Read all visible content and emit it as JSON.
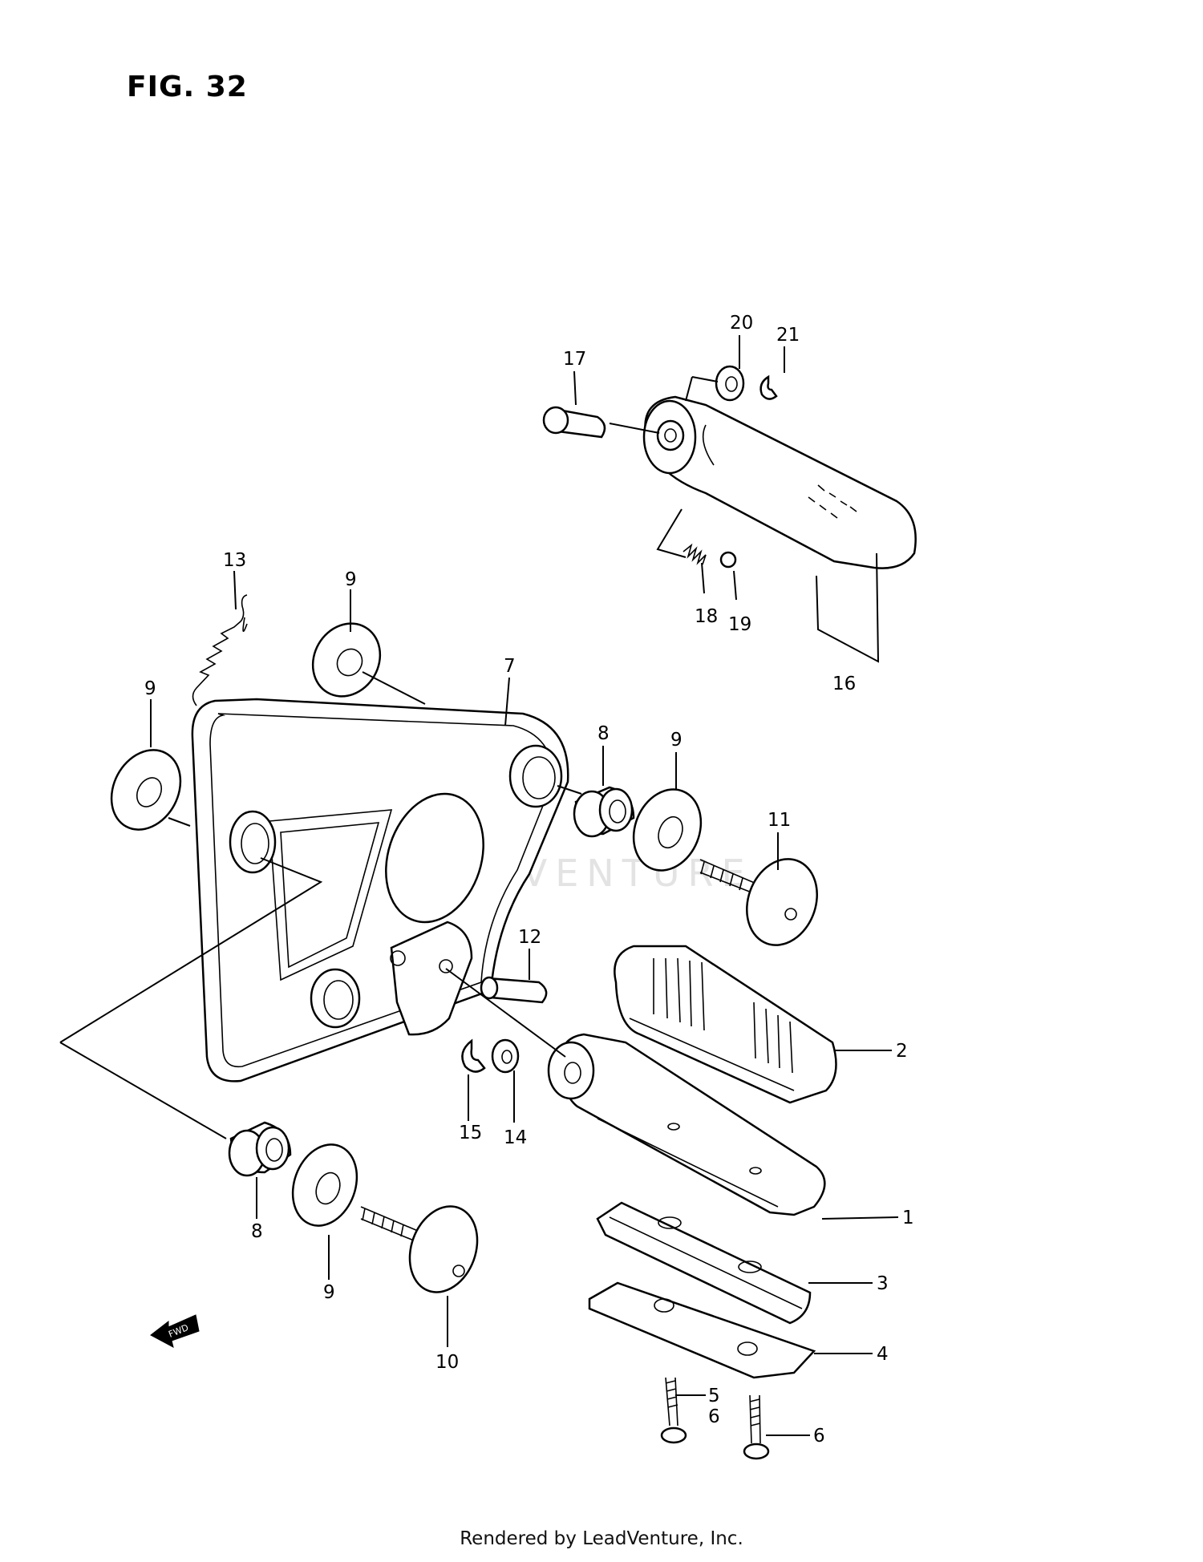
{
  "figure_title": "FIG. 32",
  "watermark_text": "LEADVENTURE",
  "footer_text": "Rendered by LeadVenture, Inc.",
  "fwd_arrow_label": "FWD",
  "callouts": {
    "c1": "1",
    "c2": "2",
    "c3": "3",
    "c4": "4",
    "c5": "5",
    "c6a": "6",
    "c6b": "6",
    "c7": "7",
    "c8a": "8",
    "c8b": "8",
    "c9a": "9",
    "c9b": "9",
    "c9c": "9",
    "c9d": "9",
    "c10": "10",
    "c11": "11",
    "c12": "12",
    "c13": "13",
    "c14": "14",
    "c15": "15",
    "c16": "16",
    "c17": "17",
    "c18": "18",
    "c19": "19",
    "c20": "20",
    "c21": "21"
  },
  "colors": {
    "ink": "#000000",
    "paper": "#ffffff",
    "watermark": "#e3e3e3"
  }
}
